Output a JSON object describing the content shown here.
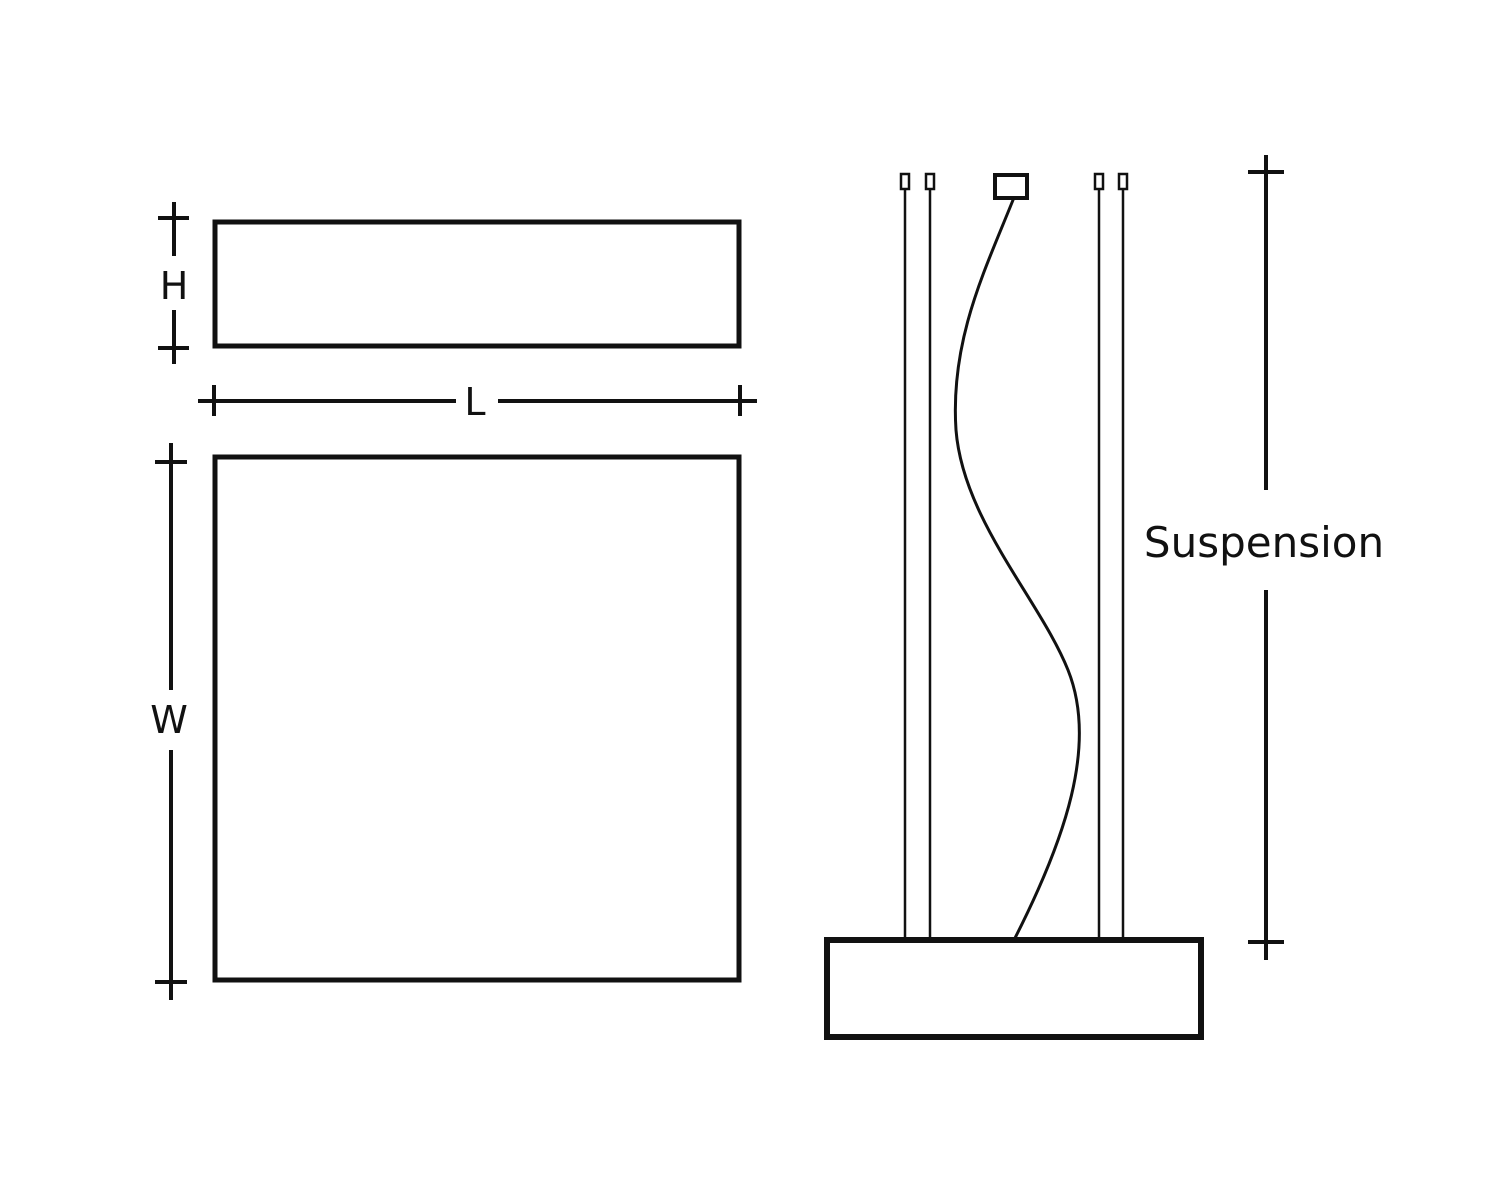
{
  "labels": {
    "height": "H",
    "length": "L",
    "width": "W",
    "suspension": "Suspension"
  },
  "colors": {
    "line": "#111111",
    "background": "#ffffff"
  }
}
